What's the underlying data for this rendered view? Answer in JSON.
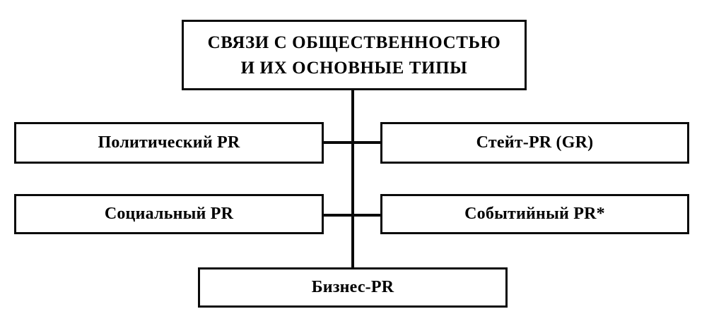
{
  "diagram": {
    "title_node": {
      "id": "root",
      "label": "СВЯЗИ С ОБЩЕСТВЕННОСТЬЮ\nИ ИХ ОСНОВНЫЕ ТИПЫ"
    },
    "nodes": [
      {
        "id": "political",
        "label": "Политический PR",
        "position": "row-1-left"
      },
      {
        "id": "state",
        "label": "Стейт-PR (GR)",
        "position": "row-1-right"
      },
      {
        "id": "social",
        "label": "Социальный PR",
        "position": "row-2-left"
      },
      {
        "id": "event",
        "label": "Событийный PR*",
        "position": "row-2-right"
      },
      {
        "id": "business",
        "label": "Бизнес-PR",
        "position": "row-3-center"
      }
    ],
    "connectors": [
      {
        "id": "trunk-vertical",
        "from": "root",
        "to": "business",
        "orientation": "vertical"
      },
      {
        "id": "branch-upper",
        "from": "political",
        "to": "state",
        "orientation": "horizontal"
      },
      {
        "id": "branch-lower",
        "from": "social",
        "to": "event",
        "orientation": "horizontal"
      }
    ],
    "colors": {
      "line": "#0a0a0a",
      "text": "#000000",
      "background": "#ffffff"
    }
  }
}
